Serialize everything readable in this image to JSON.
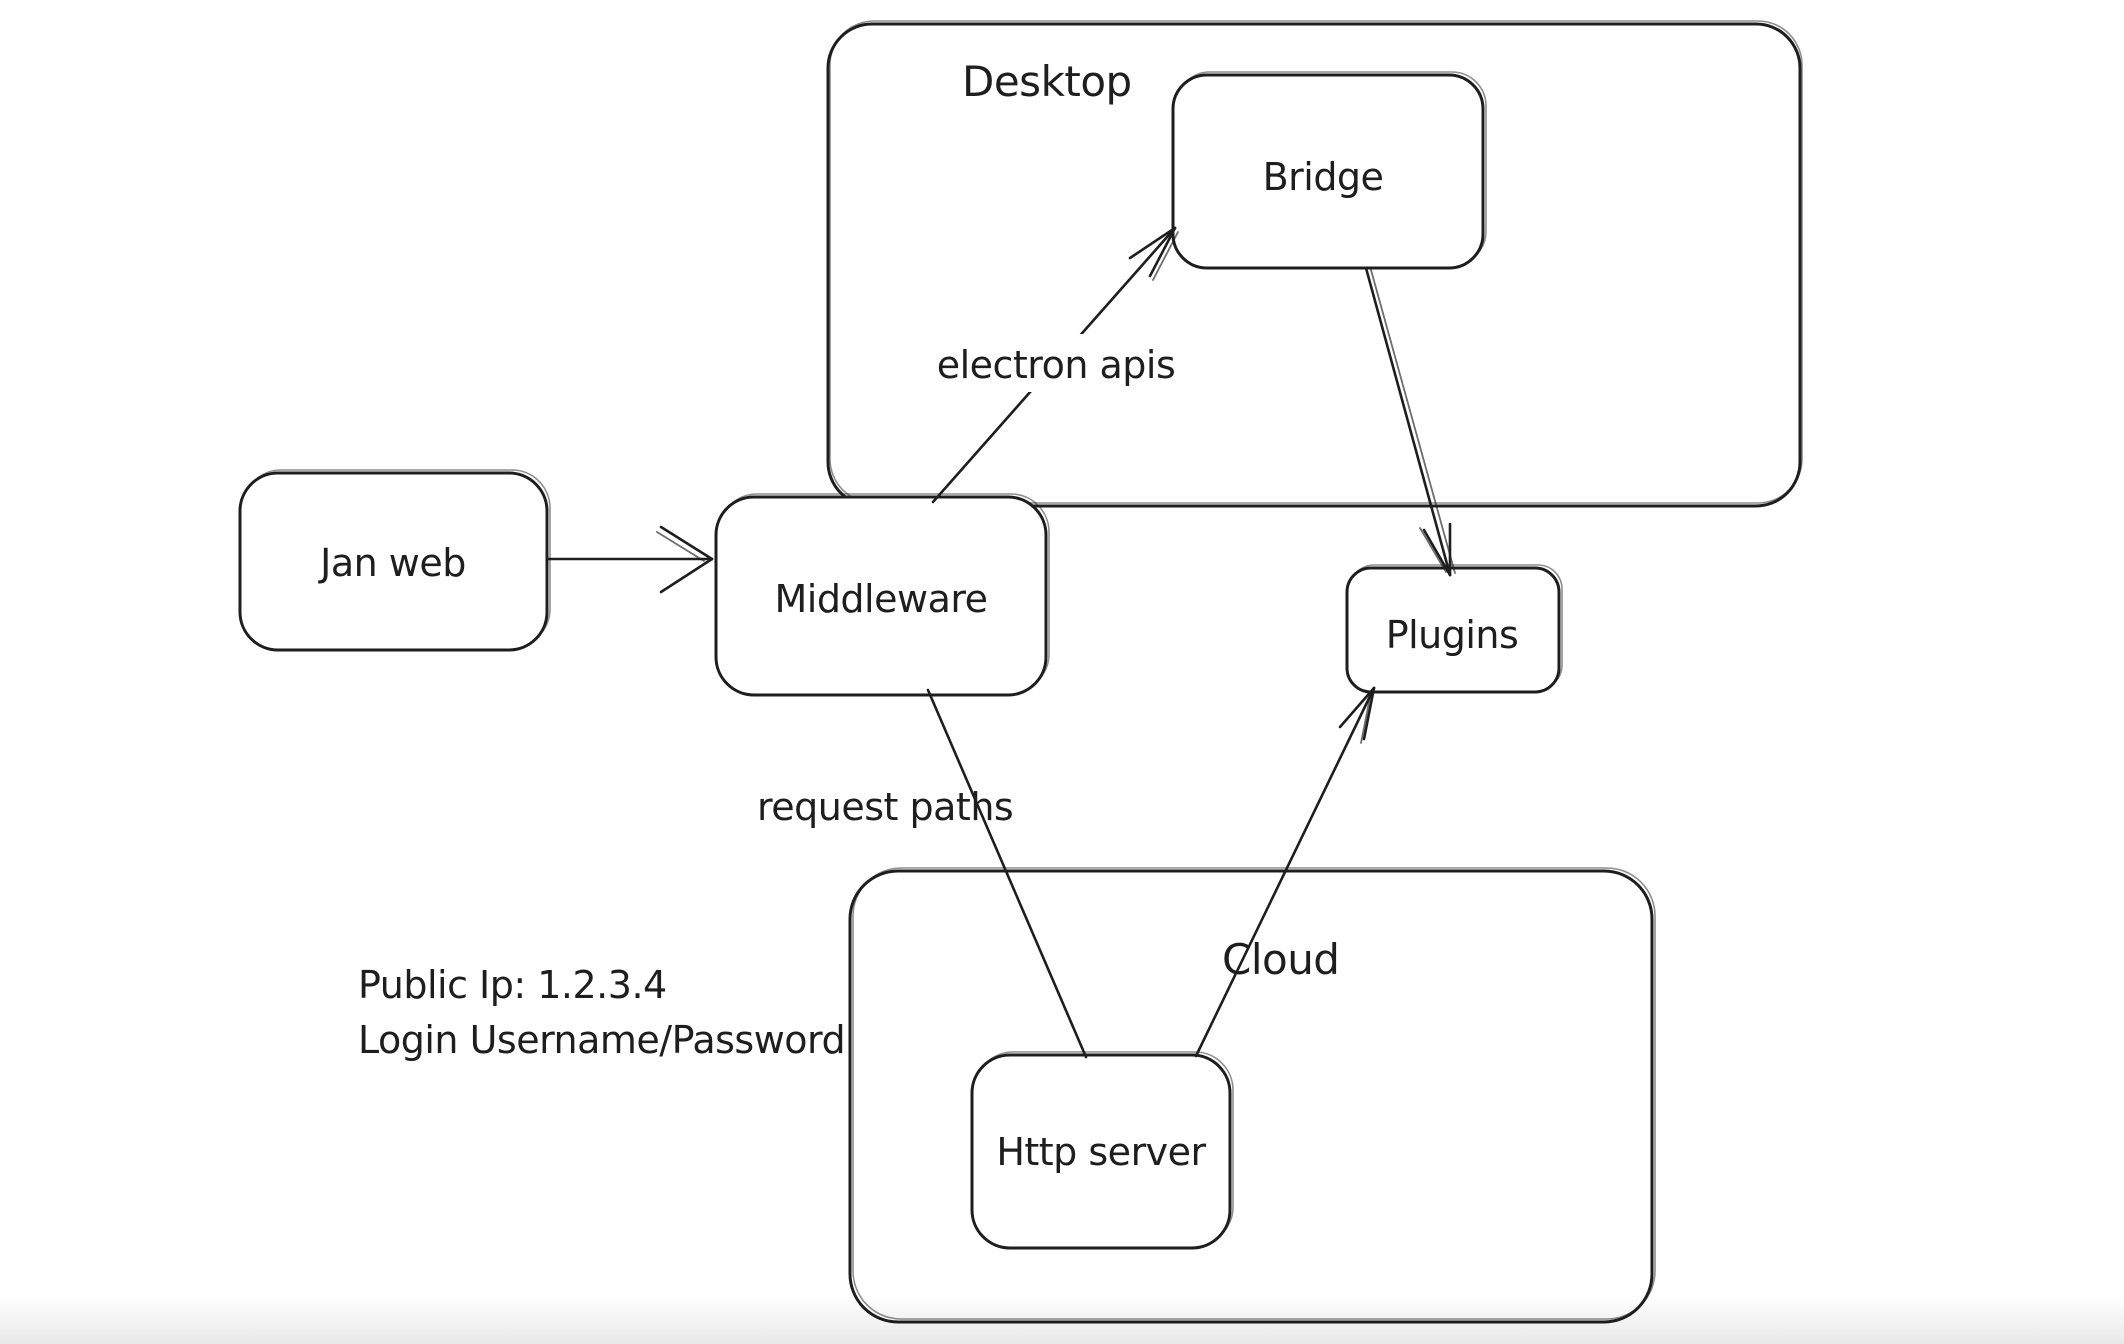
{
  "canvas": {
    "background": "#ffffff",
    "stroke_color": "#1e1e1e",
    "text_color": "#1e1e1e",
    "bottom_fade_color": "#ebebeb",
    "style": "hand-drawn whiteboard diagram"
  },
  "labels": {
    "desktop": "Desktop",
    "bridge": "Bridge",
    "jan_web": "Jan web",
    "middleware": "Middleware",
    "plugins": "Plugins",
    "cloud": "Cloud",
    "http_server": "Http server",
    "electron_apis": "electron apis",
    "request_paths": "request paths",
    "public_ip": "Public Ip: 1.2.3.4",
    "login": "Login Username/Password"
  },
  "containers": [
    {
      "name": "Desktop",
      "contains": [
        "Bridge"
      ]
    },
    {
      "name": "Cloud",
      "contains": [
        "Http server"
      ]
    }
  ],
  "edges": [
    {
      "from": "Jan web",
      "to": "Middleware",
      "label": "",
      "arrowhead": "arrow"
    },
    {
      "from": "Middleware",
      "to": "Bridge",
      "label": "electron apis",
      "arrowhead": "arrow"
    },
    {
      "from": "Bridge",
      "to": "Plugins",
      "label": "",
      "arrowhead": "arrow"
    },
    {
      "from": "Middleware",
      "to": "Http server",
      "label": "request paths",
      "arrowhead": "none"
    },
    {
      "from": "Http server",
      "to": "Plugins",
      "label": "",
      "arrowhead": "arrow"
    }
  ]
}
